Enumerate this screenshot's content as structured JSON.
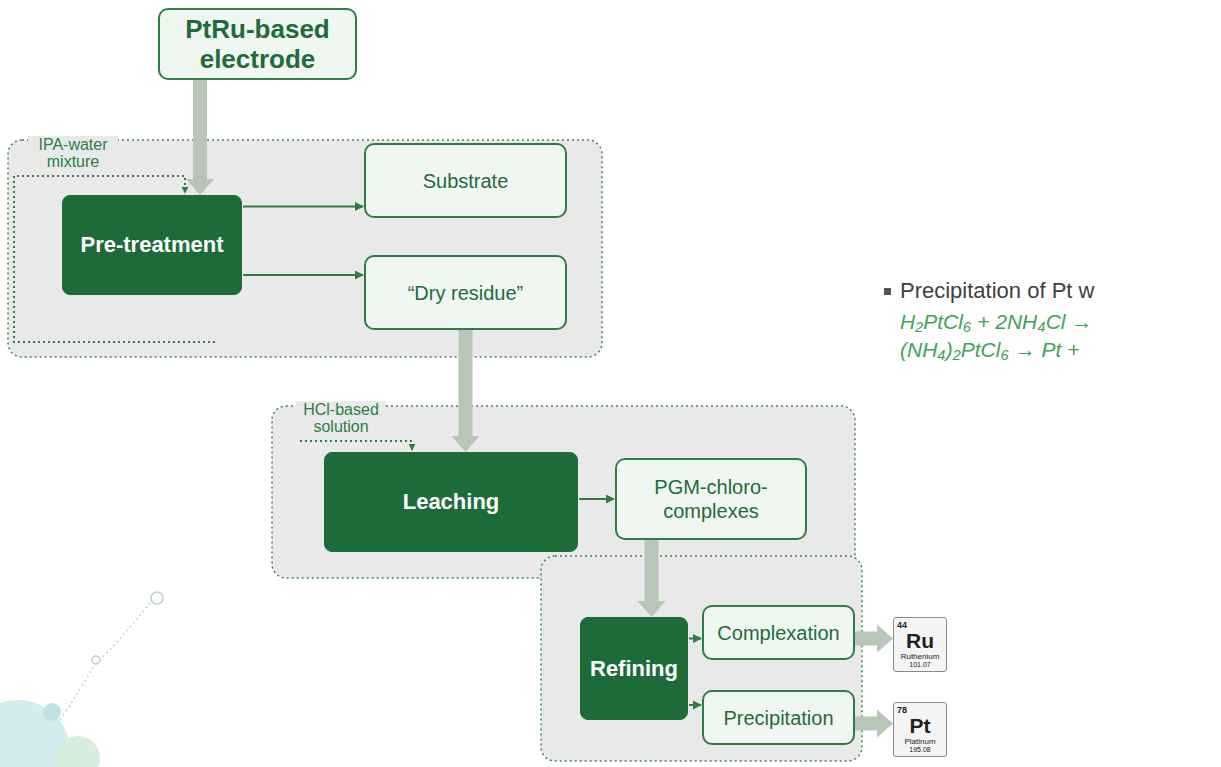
{
  "diagram": {
    "nodes": [
      {
        "text": [
          "PtRu-based electrode"
        ]
      },
      {
        "text": [
          "Pre-treatment"
        ]
      },
      {
        "text": [
          "Substrate"
        ]
      },
      {
        "text": [
          "“Dry residue”"
        ]
      },
      {
        "text": [
          "Leaching"
        ]
      },
      {
        "text": [
          "PGM-chloro-complexes"
        ]
      },
      {
        "text": [
          "Refining"
        ]
      },
      {
        "text": [
          "Complexation"
        ]
      },
      {
        "text": [
          "Precipitation"
        ]
      },
      {
        "text": [
          "44",
          "Ru",
          "Ruthenium",
          "101.07"
        ]
      },
      {
        "text": [
          "78",
          "Pt",
          "Platinum",
          "195.08"
        ]
      }
    ],
    "edges": [
      {
        "from": 0,
        "to": 1,
        "arrow": "to"
      },
      {
        "from": 1,
        "to": 2,
        "arrow": "to"
      },
      {
        "from": 1,
        "to": 3,
        "arrow": "to"
      },
      {
        "from": 3,
        "to": 4,
        "arrow": "to"
      },
      {
        "from": 4,
        "to": 5,
        "arrow": "to"
      },
      {
        "from": 5,
        "to": 6,
        "arrow": "to"
      },
      {
        "from": 6,
        "to": 7,
        "arrow": "to"
      },
      {
        "from": 6,
        "to": 8,
        "arrow": "to"
      },
      {
        "from": 7,
        "to": 9,
        "arrow": "to"
      },
      {
        "from": 8,
        "to": 10,
        "arrow": "to"
      }
    ],
    "labels": [
      "IPA-water mixture",
      "HCl-based solution",
      "Precipitation of Pt w",
      "H₂PtCl₆ + 2NH₄Cl →",
      "(NH₄)₂PtCl₆ → Pt +"
    ]
  }
}
